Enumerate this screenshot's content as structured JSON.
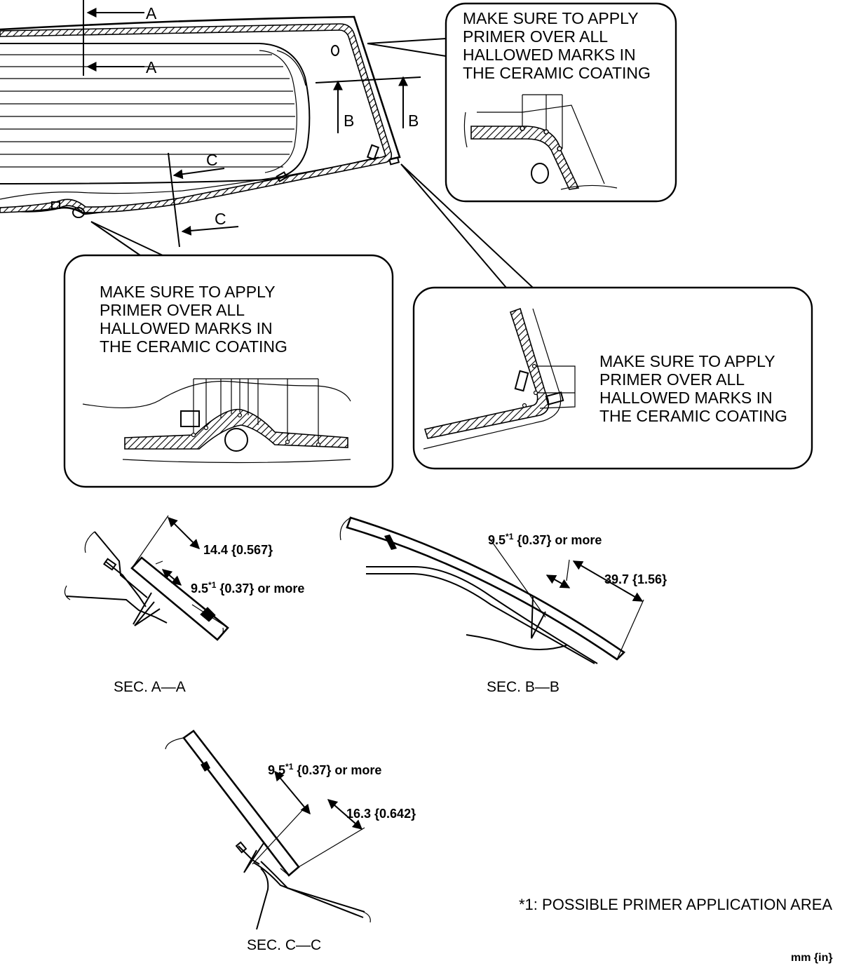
{
  "section_markers": {
    "a": "A",
    "b": "B",
    "c": "C"
  },
  "callouts": {
    "top_right": [
      "MAKE SURE TO APPLY",
      "PRIMER OVER ALL",
      "HALLOWED MARKS IN",
      "THE CERAMIC COATING"
    ],
    "bottom_left": [
      "MAKE SURE TO APPLY",
      "PRIMER OVER ALL",
      "HALLOWED MARKS IN",
      "THE CERAMIC COATING"
    ],
    "bottom_right": [
      "MAKE SURE TO APPLY",
      "PRIMER OVER ALL",
      "HALLOWED MARKS IN",
      "THE CERAMIC COATING"
    ]
  },
  "sections": {
    "aa": {
      "title": "SEC. A—A",
      "dim_total": "14.4 {0.567}",
      "dim_primer_value": "9.5",
      "dim_primer_sup": "*1",
      "dim_primer_rest": " {0.37} or more"
    },
    "bb": {
      "title": "SEC. B—B",
      "dim_total": "39.7 {1.56}",
      "dim_primer_value": "9.5",
      "dim_primer_sup": "*1",
      "dim_primer_rest": " {0.37} or more"
    },
    "cc": {
      "title": "SEC. C—C",
      "dim_total": "16.3 {0.642}",
      "dim_primer_value": "9.5",
      "dim_primer_sup": "*1",
      "dim_primer_rest": " {0.37} or more"
    }
  },
  "footnote": "*1: POSSIBLE PRIMER APPLICATION AREA",
  "units": "mm {in}"
}
